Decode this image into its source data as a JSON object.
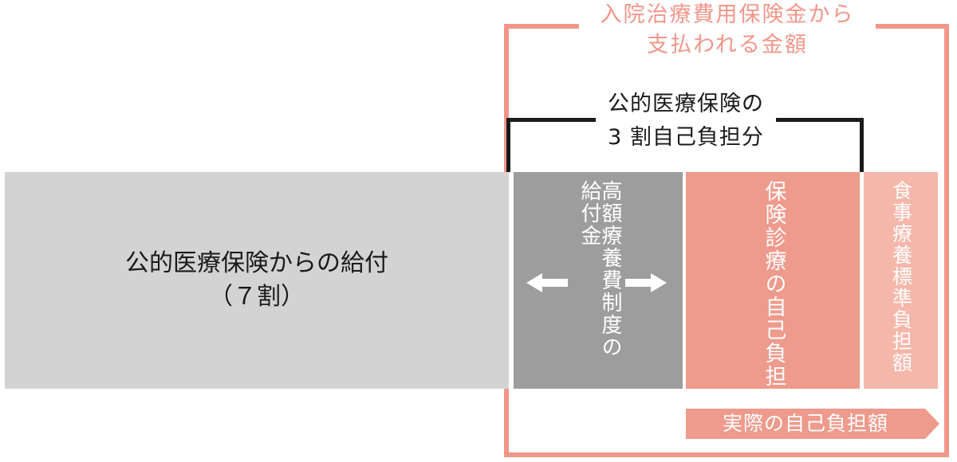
{
  "diagram": {
    "outer_frame": {
      "title_lines": [
        "入院治療費用保険金から",
        "支払われる金額"
      ],
      "color": "#f2968a"
    },
    "copay_bracket": {
      "title_lines": [
        "公的医療保険の",
        "3 割自己負担分"
      ],
      "color": "#1a1a1a"
    },
    "blocks": {
      "public_insurance": {
        "lines": [
          "公的医療保険からの給付",
          "（７割）"
        ],
        "color": "#d3d3d3"
      },
      "high_cost_benefit": {
        "columns": [
          "高額療養費制度の",
          "給付金"
        ],
        "color": "#9d9d9d"
      },
      "insured_copay": {
        "label": "保険診療の自己負担",
        "color": "#ee9a8c"
      },
      "meal_cost": {
        "label": "食事療養標準負担額",
        "color": "#f5b7aa"
      }
    },
    "actual_copay_arrow": {
      "label": "実際の自己負担額",
      "color": "#ee9a8c"
    }
  }
}
